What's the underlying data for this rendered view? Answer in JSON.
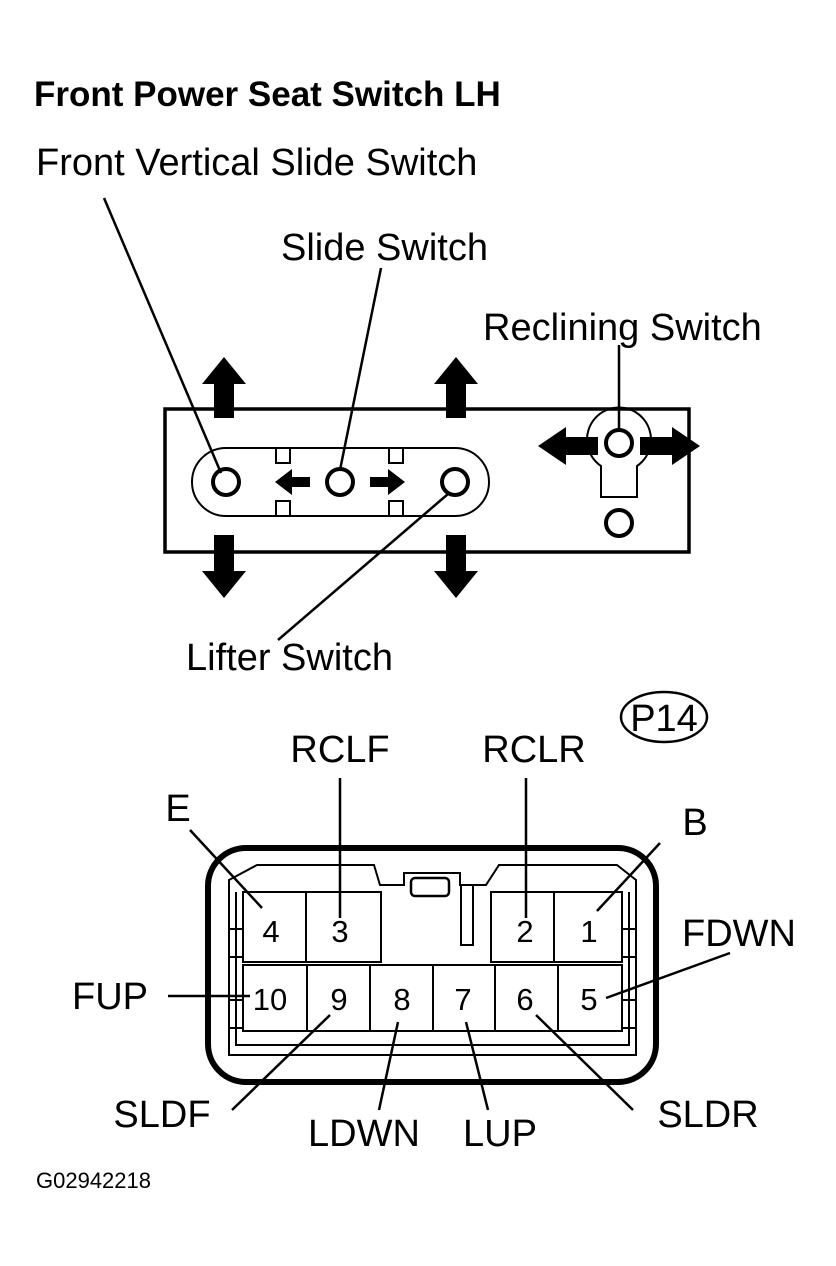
{
  "title": "Front Power Seat Switch LH",
  "switch_labels": {
    "front_vertical_slide": "Front Vertical Slide Switch",
    "slide": "Slide Switch",
    "reclining": "Reclining Switch",
    "lifter": "Lifter Switch"
  },
  "connector": {
    "id": "P14",
    "top_row": [
      {
        "pin": "4",
        "signal": "E"
      },
      {
        "pin": "3",
        "signal": "RCLF"
      },
      {
        "pin": "2",
        "signal": "RCLR"
      },
      {
        "pin": "1",
        "signal": "B"
      }
    ],
    "bottom_row": [
      {
        "pin": "10",
        "signal": "FUP"
      },
      {
        "pin": "9",
        "signal": "SLDF"
      },
      {
        "pin": "8",
        "signal": "LDWN"
      },
      {
        "pin": "7",
        "signal": "LUP"
      },
      {
        "pin": "6",
        "signal": "SLDR"
      },
      {
        "pin": "5",
        "signal": "FDWN"
      }
    ]
  },
  "figure_code": "G02942218"
}
